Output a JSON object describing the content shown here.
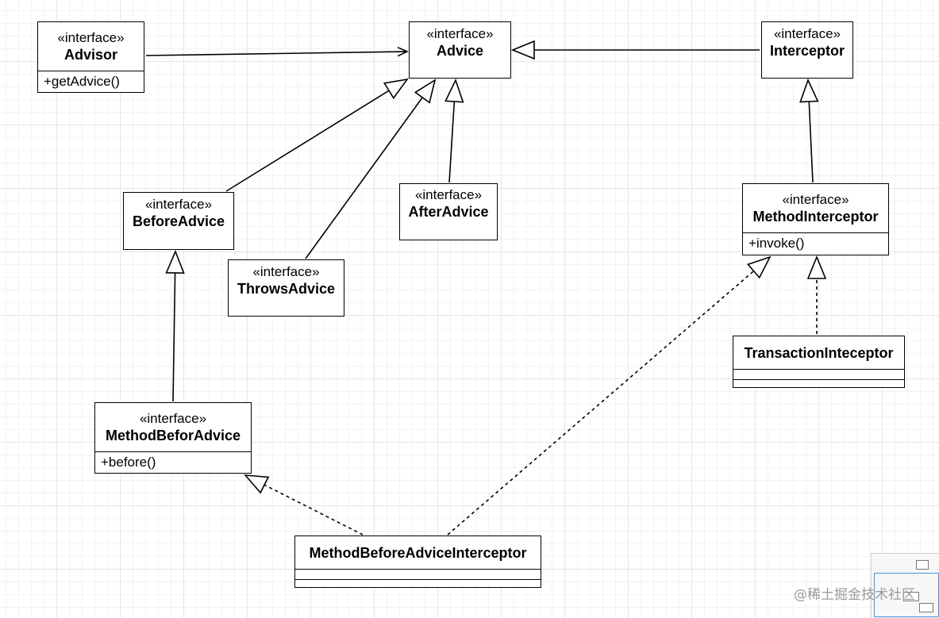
{
  "nodes": {
    "advisor": {
      "stereotype": "«interface»",
      "name": "Advisor",
      "members": [
        "+getAdvice()"
      ]
    },
    "advice": {
      "stereotype": "«interface»",
      "name": "Advice"
    },
    "interceptor": {
      "stereotype": "«interface»",
      "name": "Interceptor"
    },
    "before_advice": {
      "stereotype": "«interface»",
      "name": "BeforeAdvice"
    },
    "after_advice": {
      "stereotype": "«interface»",
      "name": "AfterAdvice"
    },
    "throws_advice": {
      "stereotype": "«interface»",
      "name": "ThrowsAdvice"
    },
    "method_interceptor": {
      "stereotype": "«interface»",
      "name": "MethodInterceptor",
      "members": [
        "+invoke()"
      ]
    },
    "transaction_interceptor": {
      "name": "TransactionInteceptor"
    },
    "method_before_advice": {
      "stereotype": "«interface»",
      "name": "MethodBeforAdvice",
      "members": [
        "+before()"
      ]
    },
    "method_before_advice_interceptor": {
      "name": "MethodBeforeAdviceInterceptor"
    }
  },
  "edges": [
    {
      "from": "advisor",
      "to": "advice",
      "type": "association"
    },
    {
      "from": "interceptor",
      "to": "advice",
      "type": "generalization"
    },
    {
      "from": "before_advice",
      "to": "advice",
      "type": "generalization"
    },
    {
      "from": "throws_advice",
      "to": "advice",
      "type": "generalization"
    },
    {
      "from": "after_advice",
      "to": "advice",
      "type": "generalization"
    },
    {
      "from": "method_interceptor",
      "to": "interceptor",
      "type": "generalization"
    },
    {
      "from": "method_before_advice",
      "to": "before_advice",
      "type": "generalization"
    },
    {
      "from": "transaction_interceptor",
      "to": "method_interceptor",
      "type": "realization"
    },
    {
      "from": "method_before_advice_interceptor",
      "to": "method_before_advice",
      "type": "realization"
    },
    {
      "from": "method_before_advice_interceptor",
      "to": "method_interceptor",
      "type": "realization"
    }
  ],
  "watermark": "@稀土掘金技术社区"
}
